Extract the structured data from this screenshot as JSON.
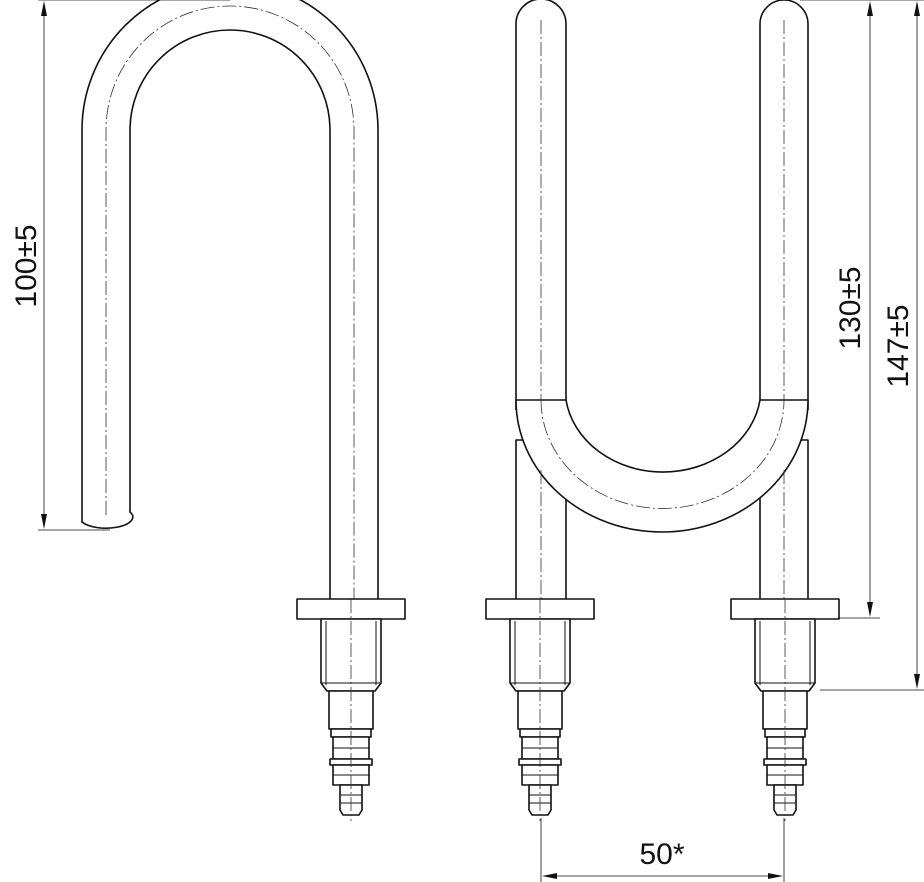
{
  "dimensions": {
    "height_left": "100±5",
    "height_middle": "130±5",
    "height_total": "147±5",
    "spacing": "50*"
  },
  "colors": {
    "line": "#111111",
    "background": "#ffffff"
  }
}
